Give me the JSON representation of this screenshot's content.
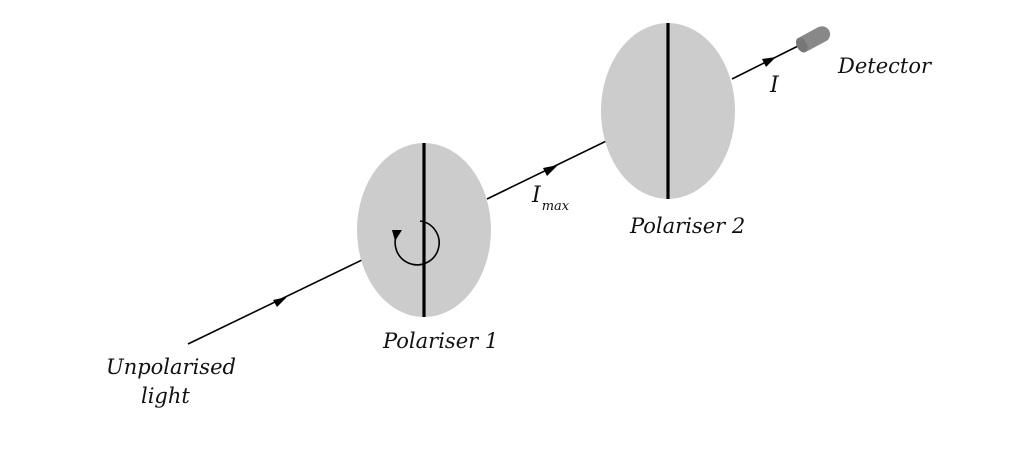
{
  "colors": {
    "polariser_fill": "#cccccc",
    "line": "#000000",
    "detector_fill": "#888888"
  },
  "labels": {
    "unpolarised_line1": "Unpolarised",
    "unpolarised_line2": "light",
    "polariser1": "Polariser 1",
    "polariser2": "Polariser 2",
    "detector": "Detector",
    "imax_symbol": "I",
    "imax_subscript": "max",
    "i_symbol": "I"
  },
  "icons": {
    "rotation": "rotation-arrow-icon",
    "detector": "detector-cylinder-icon"
  }
}
